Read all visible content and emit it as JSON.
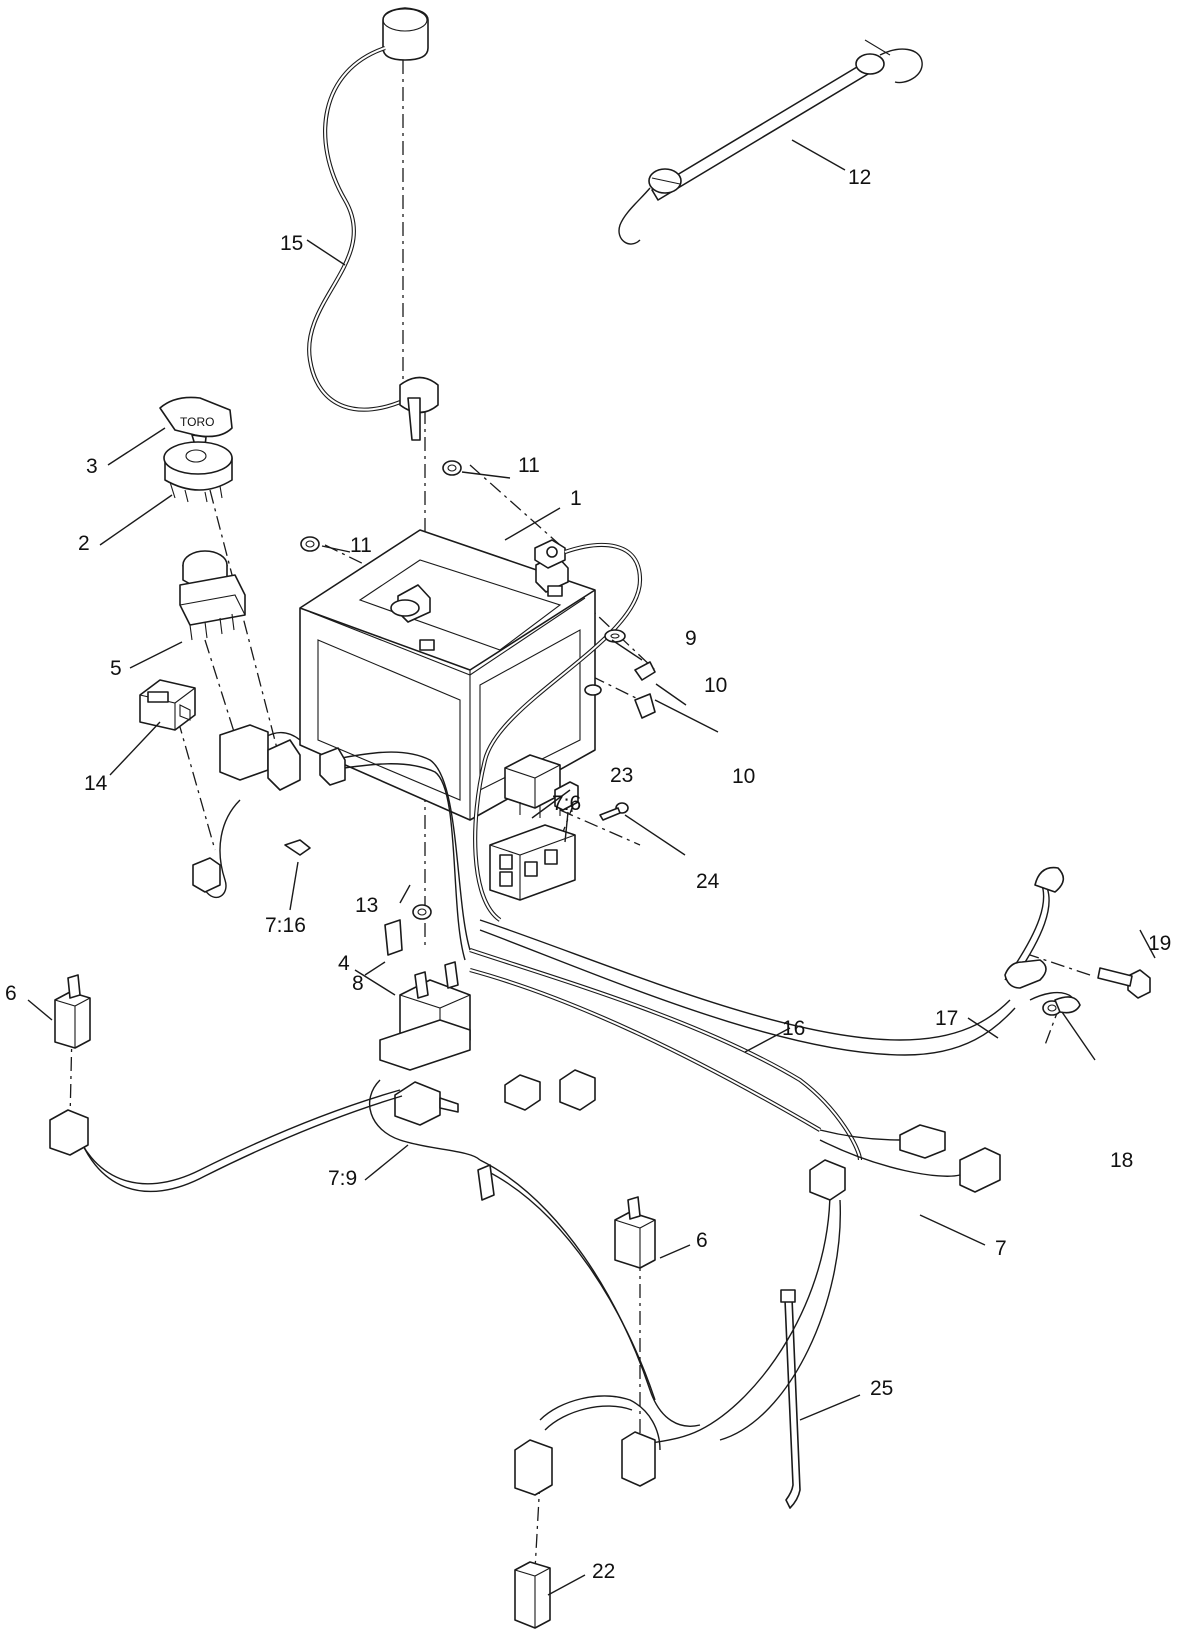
{
  "callouts": [
    {
      "id": "c1",
      "text": "1"
    },
    {
      "id": "c2",
      "text": "2"
    },
    {
      "id": "c3",
      "text": "3"
    },
    {
      "id": "c4",
      "text": "4"
    },
    {
      "id": "c5",
      "text": "5"
    },
    {
      "id": "c6a",
      "text": "6"
    },
    {
      "id": "c6b",
      "text": "6"
    },
    {
      "id": "c7",
      "text": "7"
    },
    {
      "id": "c7-6",
      "text": "7:6"
    },
    {
      "id": "c7-9",
      "text": "7:9"
    },
    {
      "id": "c7-16",
      "text": "7:16"
    },
    {
      "id": "c8",
      "text": "8"
    },
    {
      "id": "c9",
      "text": "9"
    },
    {
      "id": "c10a",
      "text": "10"
    },
    {
      "id": "c10b",
      "text": "10"
    },
    {
      "id": "c11a",
      "text": "11"
    },
    {
      "id": "c11b",
      "text": "11"
    },
    {
      "id": "c12",
      "text": "12"
    },
    {
      "id": "c13",
      "text": "13"
    },
    {
      "id": "c14",
      "text": "14"
    },
    {
      "id": "c15",
      "text": "15"
    },
    {
      "id": "c16",
      "text": "16"
    },
    {
      "id": "c17",
      "text": "17"
    },
    {
      "id": "c18",
      "text": "18"
    },
    {
      "id": "c19",
      "text": "19"
    },
    {
      "id": "c22",
      "text": "22"
    },
    {
      "id": "c23",
      "text": "23"
    },
    {
      "id": "c24",
      "text": "24"
    },
    {
      "id": "c25",
      "text": "25"
    }
  ],
  "key_brand": "TORO"
}
